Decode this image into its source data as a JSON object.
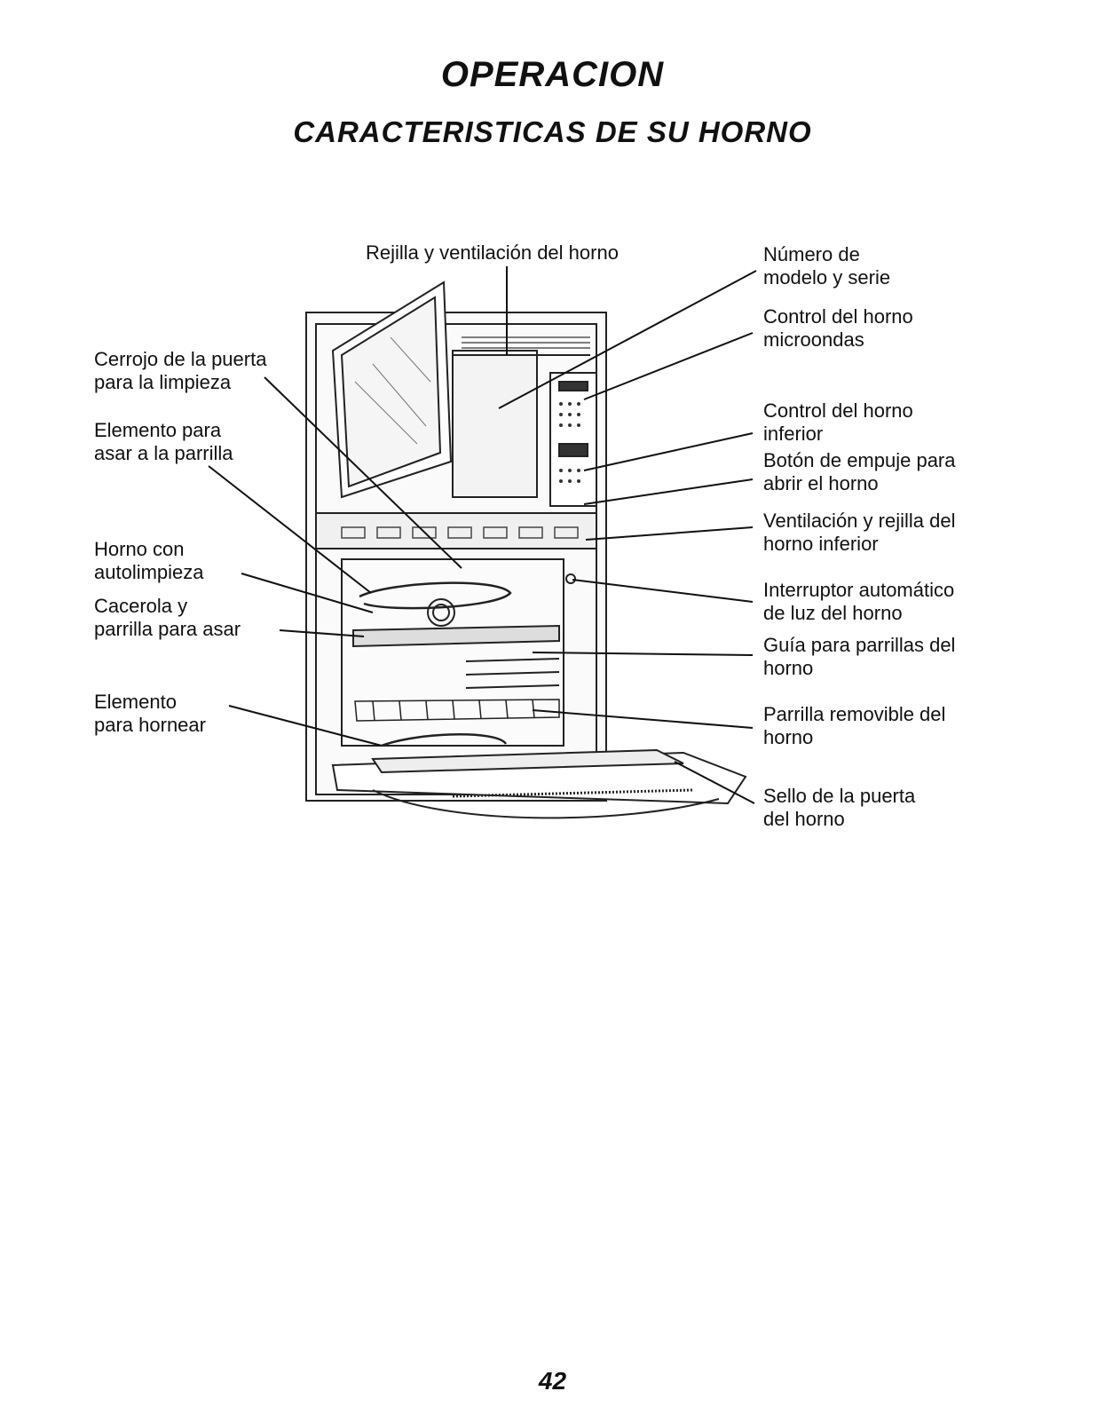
{
  "page": {
    "title": "OPERACION",
    "subtitle": "CARACTERISTICAS DE SU HORNO",
    "page_number": "42"
  },
  "diagram": {
    "subject": "double wall oven (microwave upper, self-cleaning lower)",
    "labels": {
      "vent_top": "Rejilla y ventilación del horno",
      "door_latch": "Cerrojo de la puerta\npara la limpieza",
      "broil_element": "Elemento para\nasar a la parrilla",
      "self_clean_oven": "Horno con\nautolimpieza",
      "broil_pan": "Cacerola y\nparrilla para asar",
      "bake_element": "Elemento\npara hornear",
      "model_serial": "Número de\nmodelo y serie",
      "micro_control": "Control del horno\nmicroondas",
      "lower_control": "Control del horno\ninferior",
      "push_button": "Botón de empuje para\nabrir el horno",
      "lower_vent": "Ventilación y rejilla del\nhorno inferior",
      "light_switch": "Interruptor automático\nde luz del horno",
      "rack_guide": "Guía para parrillas del\nhorno",
      "removable_rack": "Parrilla removible del\nhorno",
      "door_seal": "Sello de la puerta\ndel horno"
    }
  }
}
